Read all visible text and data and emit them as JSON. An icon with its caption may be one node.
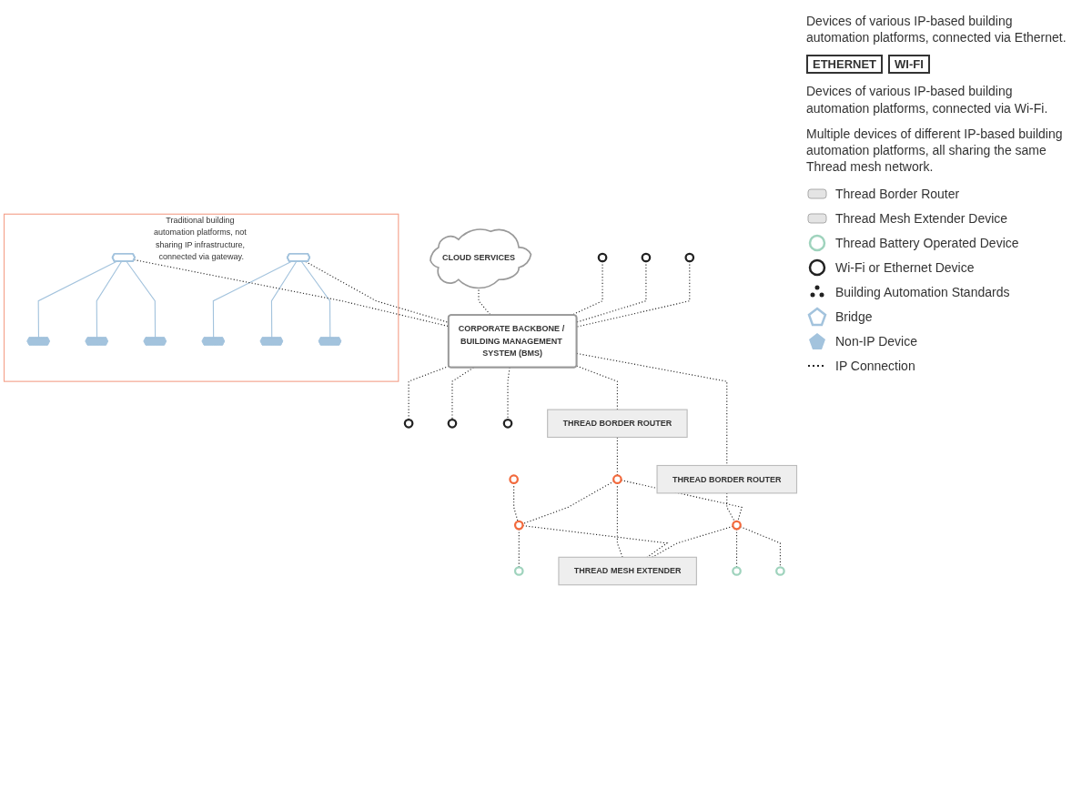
{
  "diagram": {
    "nodes": [
      {
        "text": [
          "Traditional building automation platforms, not sharing IP infrastructure, connected via gateway."
        ]
      },
      {
        "text": [],
        "shape": "pentagon",
        "in": 0
      },
      {
        "text": [],
        "shape": "pentagon",
        "in": 0
      },
      {
        "text": [],
        "shape": "pentagon",
        "in": 0
      },
      {
        "text": [],
        "shape": "pentagon",
        "in": 0
      },
      {
        "text": [],
        "shape": "pentagon",
        "in": 0
      },
      {
        "text": [],
        "shape": "pentagon",
        "in": 0
      },
      {
        "text": [],
        "shape": "pentagon",
        "in": 0
      },
      {
        "text": [],
        "shape": "pentagon",
        "in": 0
      },
      {
        "text": [
          "CLOUD SERVICES"
        ]
      },
      {
        "text": [
          "CORPORATE BACKBONE / BUILDING MANAGEMENT SYSTEM (BMS)"
        ]
      },
      {
        "text": [],
        "shape": "circle"
      },
      {
        "text": [],
        "shape": "circle"
      },
      {
        "text": [],
        "shape": "circle"
      },
      {
        "text": [],
        "shape": "circle"
      },
      {
        "text": [],
        "shape": "circle"
      },
      {
        "text": [],
        "shape": "circle"
      },
      {
        "text": [
          "THREAD BORDER ROUTER"
        ]
      },
      {
        "text": [
          "THREAD BORDER ROUTER"
        ]
      },
      {
        "text": [],
        "shape": "circle"
      },
      {
        "text": [],
        "shape": "circle"
      },
      {
        "text": [],
        "shape": "circle"
      },
      {
        "text": [],
        "shape": "circle"
      },
      {
        "text": [],
        "shape": "circle"
      },
      {
        "text": [],
        "shape": "circle"
      },
      {
        "text": [
          "THREAD MESH EXTENDER"
        ]
      },
      {
        "text": [],
        "shape": "circle"
      }
    ],
    "edges": [
      {
        "from": 1,
        "to": 2,
        "arrow": "none",
        "color": "#a3c3dd"
      },
      {
        "from": 1,
        "to": 3,
        "arrow": "none",
        "color": "#a3c3dd"
      },
      {
        "from": 1,
        "to": 4,
        "arrow": "none",
        "color": "#a3c3dd"
      },
      {
        "from": 5,
        "to": 6,
        "arrow": "none",
        "color": "#a3c3dd"
      },
      {
        "from": 5,
        "to": 7,
        "arrow": "none",
        "color": "#a3c3dd"
      },
      {
        "from": 5,
        "to": 8,
        "arrow": "none",
        "color": "#a3c3dd"
      },
      {
        "from": 1,
        "to": 10,
        "arrow": "none",
        "style": "dashed"
      },
      {
        "from": 5,
        "to": 10,
        "arrow": "none",
        "style": "dashed"
      },
      {
        "from": 9,
        "to": 10,
        "arrow": "none",
        "style": "dashed"
      },
      {
        "from": 11,
        "to": 10,
        "arrow": "none",
        "style": "dashed"
      },
      {
        "from": 12,
        "to": 10,
        "arrow": "none",
        "style": "dashed"
      },
      {
        "from": 13,
        "to": 10,
        "arrow": "none",
        "style": "dashed"
      },
      {
        "from": 10,
        "to": 14,
        "arrow": "none",
        "style": "dashed"
      },
      {
        "from": 10,
        "to": 15,
        "arrow": "none",
        "style": "dashed"
      },
      {
        "from": 10,
        "to": 16,
        "arrow": "none",
        "style": "dashed"
      },
      {
        "from": 10,
        "to": 17,
        "arrow": "none",
        "style": "dashed"
      },
      {
        "from": 10,
        "to": 18,
        "arrow": "none",
        "style": "dashed"
      },
      {
        "from": 17,
        "to": 20,
        "arrow": "none",
        "style": "dashed"
      },
      {
        "from": 18,
        "to": 23,
        "arrow": "none",
        "style": "dashed"
      },
      {
        "from": 19,
        "to": 22,
        "arrow": "none",
        "style": "dashed"
      },
      {
        "from": 20,
        "to": 22,
        "arrow": "none",
        "style": "dashed"
      },
      {
        "from": 20,
        "to": 23,
        "arrow": "none",
        "style": "dashed"
      },
      {
        "from": 20,
        "to": 25,
        "arrow": "none",
        "style": "dashed"
      },
      {
        "from": 22,
        "to": 24,
        "arrow": "none",
        "style": "dashed"
      },
      {
        "from": 22,
        "to": 25,
        "arrow": "none",
        "style": "dashed"
      },
      {
        "from": 23,
        "to": 21,
        "arrow": "none",
        "style": "dashed"
      },
      {
        "from": 23,
        "to": 26,
        "arrow": "none",
        "style": "dashed"
      },
      {
        "from": 23,
        "to": 25,
        "arrow": "none",
        "style": "dashed"
      }
    ],
    "labels": [
      "Devices of various IP-based building automation platforms, connected via Ethernet.",
      "ETHERNET",
      "WI-FI",
      "Devices of various IP-based building automation platforms, connected via Wi-Fi.",
      "Multiple devices of different IP-based building automation platforms, all sharing the same Thread mesh network."
    ],
    "legend": [
      {
        "text": "Thread Border Router"
      },
      {
        "text": "Thread Mesh Extender Device"
      },
      {
        "text": "Thread Battery Operated Device"
      },
      {
        "text": "Wi-Fi or Ethernet Device"
      },
      {
        "text": "Building Automation Standards"
      },
      {
        "text": "Bridge"
      },
      {
        "text": "Non-IP Device"
      },
      {
        "text": "IP Connection"
      }
    ]
  }
}
